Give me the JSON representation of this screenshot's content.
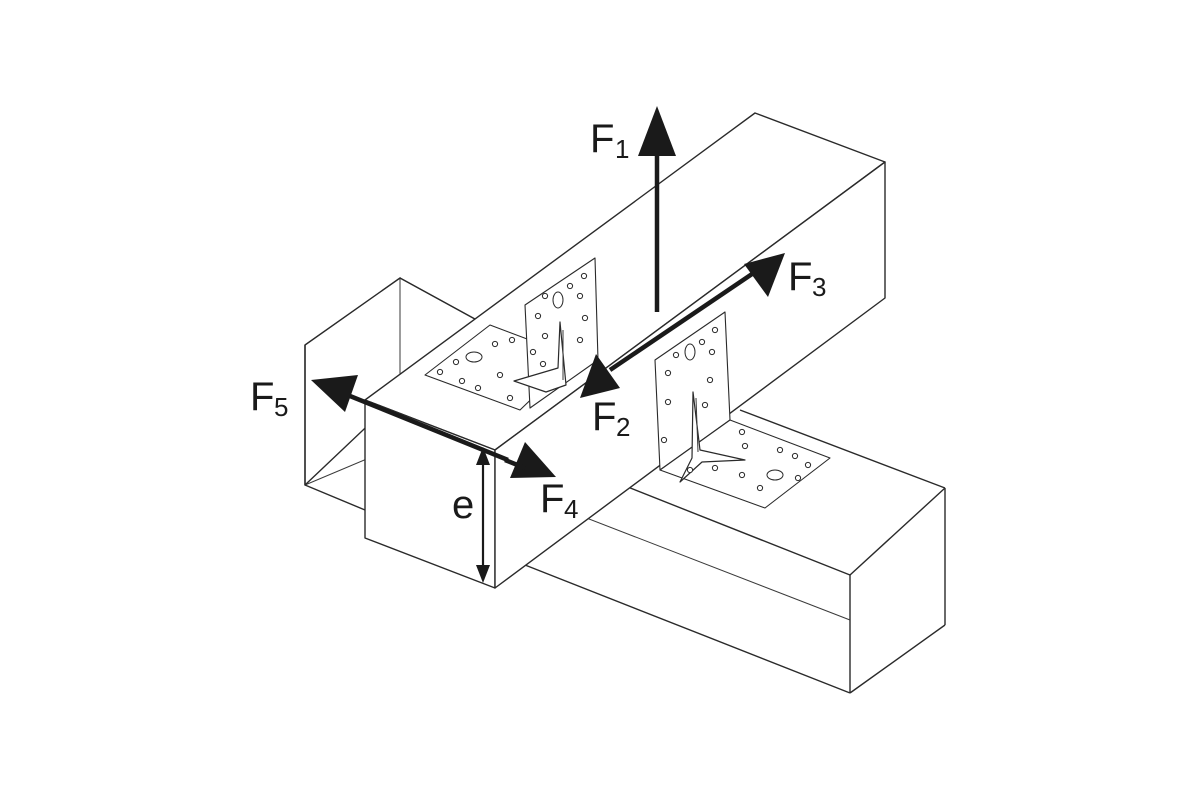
{
  "labels": {
    "f1": {
      "main": "F",
      "sub": "1"
    },
    "f2": {
      "main": "F",
      "sub": "2"
    },
    "f3": {
      "main": "F",
      "sub": "3"
    },
    "f4": {
      "main": "F",
      "sub": "4"
    },
    "f5": {
      "main": "F",
      "sub": "5"
    },
    "e": "e"
  },
  "colors": {
    "line": "#2a2a2a",
    "arrow": "#1a1a1a",
    "background": "#ffffff"
  }
}
